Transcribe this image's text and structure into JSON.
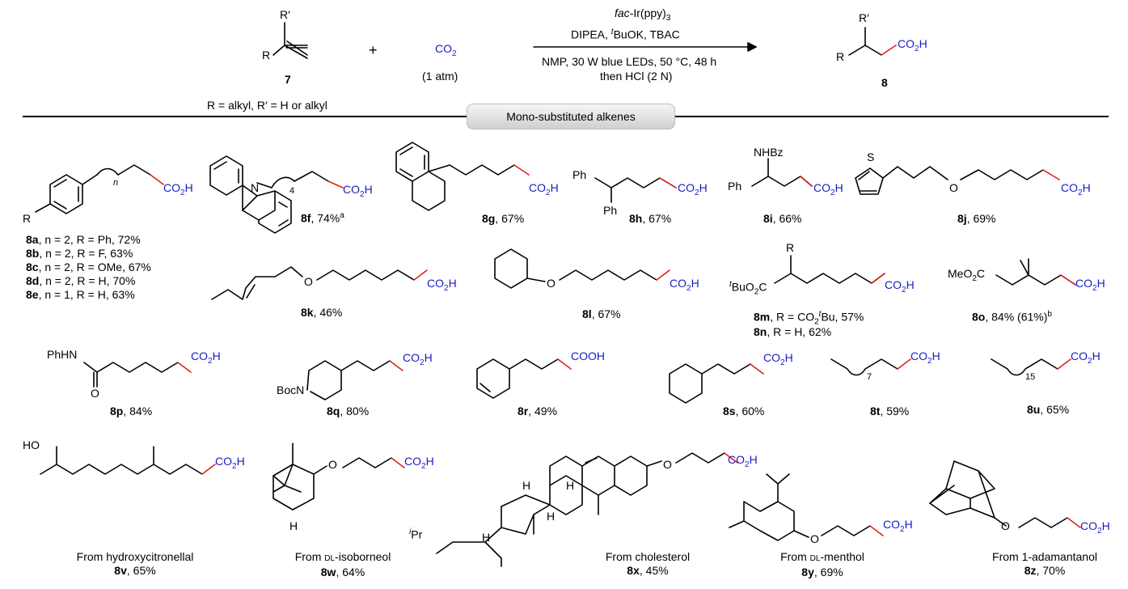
{
  "scheme": {
    "reactant_label": "7",
    "plus": "+",
    "co2": "CO2",
    "co2_pressure": "(1 atm)",
    "conditions_above_1": "fac-Ir(ppy)3",
    "conditions_above_2": "DIPEA, tBuOK, TBAC",
    "conditions_below_1": "NMP, 30 W blue LEDs, 50 °C, 48 h",
    "conditions_below_2": "then HCl (2 N)",
    "product_label": "8",
    "r_definition": "R = alkyl, R′ = H or alkyl",
    "section_title": "Mono-substituted alkenes",
    "atom_R": "R",
    "atom_Rprime": "R′",
    "atom_CO2H": "CO2H"
  },
  "entries": [
    {
      "id": "8a",
      "text": ", n = 2, R = Ph, 72%"
    },
    {
      "id": "8b",
      "text": ", n = 2, R = F, 63%"
    },
    {
      "id": "8c",
      "text": ", n = 2, R = OMe, 67%"
    },
    {
      "id": "8d",
      "text": ", n = 2, R = H, 70%"
    },
    {
      "id": "8e",
      "text": ", n = 1, R = H, 63%"
    },
    {
      "id": "8f",
      "text": ", 74%",
      "sup": "a"
    },
    {
      "id": "8g",
      "text": ", 67%"
    },
    {
      "id": "8h",
      "text": ", 67%"
    },
    {
      "id": "8i",
      "text": ", 66%"
    },
    {
      "id": "8j",
      "text": ", 69%"
    },
    {
      "id": "8k",
      "text": ", 46%"
    },
    {
      "id": "8l",
      "text": ", 67%"
    },
    {
      "id": "8m",
      "text": ", R = CO2tBu, 57%"
    },
    {
      "id": "8n",
      "text": ", R = H, 62%"
    },
    {
      "id": "8o",
      "text": ", 84% (61%)",
      "sup": "b"
    },
    {
      "id": "8p",
      "text": ", 84%"
    },
    {
      "id": "8q",
      "text": ", 80%"
    },
    {
      "id": "8r",
      "text": ", 49%"
    },
    {
      "id": "8s",
      "text": ", 60%"
    },
    {
      "id": "8t",
      "text": ", 59%"
    },
    {
      "id": "8u",
      "text": ", 65%"
    },
    {
      "id": "8v",
      "text": ", 65%",
      "from": "From hydroxycitronellal"
    },
    {
      "id": "8w",
      "text": ", 64%",
      "from": "From DL-isoborneol"
    },
    {
      "id": "8x",
      "text": ", 45%",
      "from": "From cholesterol"
    },
    {
      "id": "8y",
      "text": ", 69%",
      "from": "From DL-menthol"
    },
    {
      "id": "8z",
      "text": ", 70%",
      "from": "From 1-adamantanol"
    }
  ],
  "atoms": {
    "nhbz": "NHBz",
    "ph": "Ph",
    "s": "S",
    "o": "O",
    "n": "N",
    "n_sub": "n",
    "four": "4",
    "meo2c": "MeO2C",
    "tbuo2c": "tBuO2C",
    "phhn": "PhHN",
    "boc": "Boc",
    "cooh": "COOH",
    "ho": "HO",
    "h": "H",
    "ipr": "iPr",
    "seven": "7",
    "fifteen": "15",
    "r": "R"
  },
  "colors": {
    "co2h": "#1a1ac8",
    "new_bond": "#e0201e"
  }
}
